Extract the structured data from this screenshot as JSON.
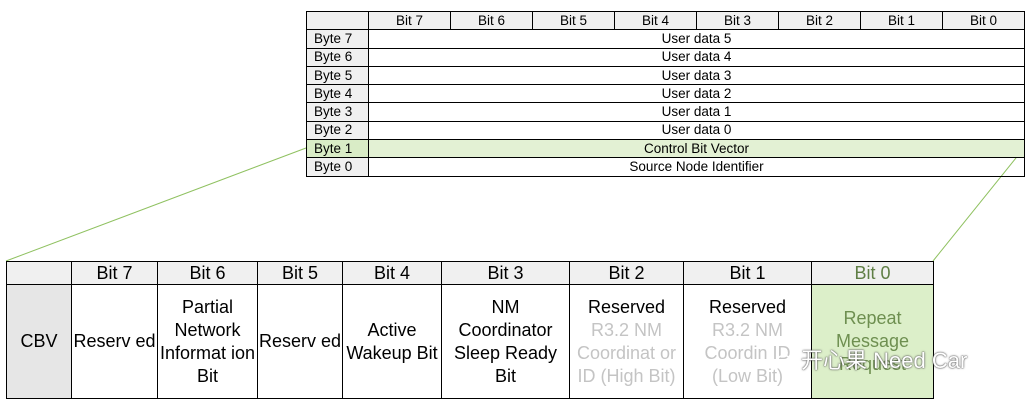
{
  "top_table": {
    "bit_headers": [
      "Bit 7",
      "Bit 6",
      "Bit 5",
      "Bit 4",
      "Bit 3",
      "Bit 2",
      "Bit 1",
      "Bit 0"
    ],
    "rows": [
      {
        "byte": "Byte 7",
        "content": "User data 5"
      },
      {
        "byte": "Byte 6",
        "content": "User data 4"
      },
      {
        "byte": "Byte 5",
        "content": "User data 3"
      },
      {
        "byte": "Byte 4",
        "content": "User data 2"
      },
      {
        "byte": "Byte 3",
        "content": "User data 1"
      },
      {
        "byte": "Byte 2",
        "content": "User data 0"
      },
      {
        "byte": "Byte 1",
        "content": "Control Bit Vector"
      },
      {
        "byte": "Byte 0",
        "content": "Source Node Identifier"
      }
    ],
    "highlight_color": "#e3f1d4"
  },
  "bottom_table": {
    "row_label": "CBV",
    "bit_headers": [
      "Bit 7",
      "Bit 6",
      "Bit 5",
      "Bit 4",
      "Bit 3",
      "Bit 2",
      "Bit 1",
      "Bit 0"
    ],
    "cells": {
      "bit7": "Reserv ed",
      "bit6": "Partial Network Informat ion Bit",
      "bit5": "Reserv ed",
      "bit4": "Active Wakeup Bit",
      "bit3": "NM Coordinator Sleep Ready Bit",
      "bit2_main": "Reserved",
      "bit2_sub": "R3.2 NM Coordinat or ID (High Bit)",
      "bit1_main": "Reserved",
      "bit1_sub": "R3.2 NM Coordin ID (Low Bit)",
      "bit0": "Repeat Message Request"
    },
    "highlight_color": "#dcefc9"
  },
  "connector_color": "#8fc160",
  "watermark": "开心果 Need Car"
}
